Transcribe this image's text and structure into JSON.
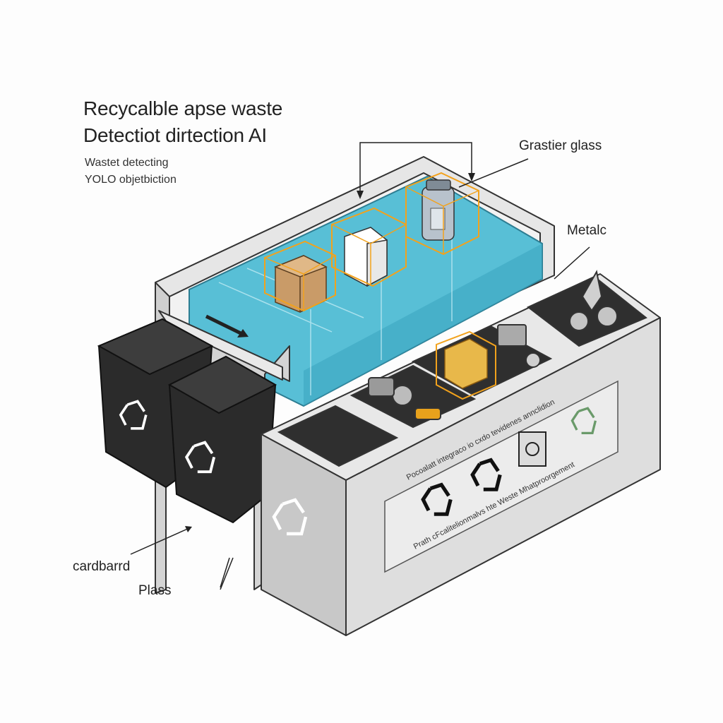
{
  "title": {
    "line1": "Recycalble apse waste",
    "line2": "Detectiot dirtection AI"
  },
  "subtitle": {
    "line1": "Wastet detecting",
    "line2": "YOLO objetbiction"
  },
  "callouts": {
    "glass": "Grastier glass",
    "metal": "Metalc",
    "cardboard": "cardbarrd",
    "plastic": "Plass"
  },
  "panel_text": {
    "line1": "Pocoalatt integraco io cxdo tevidenes annclidion",
    "line2": "Prath cFcalitelionmalvs hte Weste Mhatproorgement"
  },
  "colors": {
    "belt": "#58bfd6",
    "belt_dark": "#3aa4bf",
    "detection_box": "#f2a21c",
    "bin": "#2b2b2b",
    "machine": "#dcdcdc",
    "machine_side": "#c8c8c8",
    "outline": "#333333"
  },
  "icons": [
    "recycle-icon",
    "cardboard-box-icon",
    "milk-carton-icon",
    "glass-jar-icon",
    "arrow-icon",
    "id-card-icon"
  ]
}
